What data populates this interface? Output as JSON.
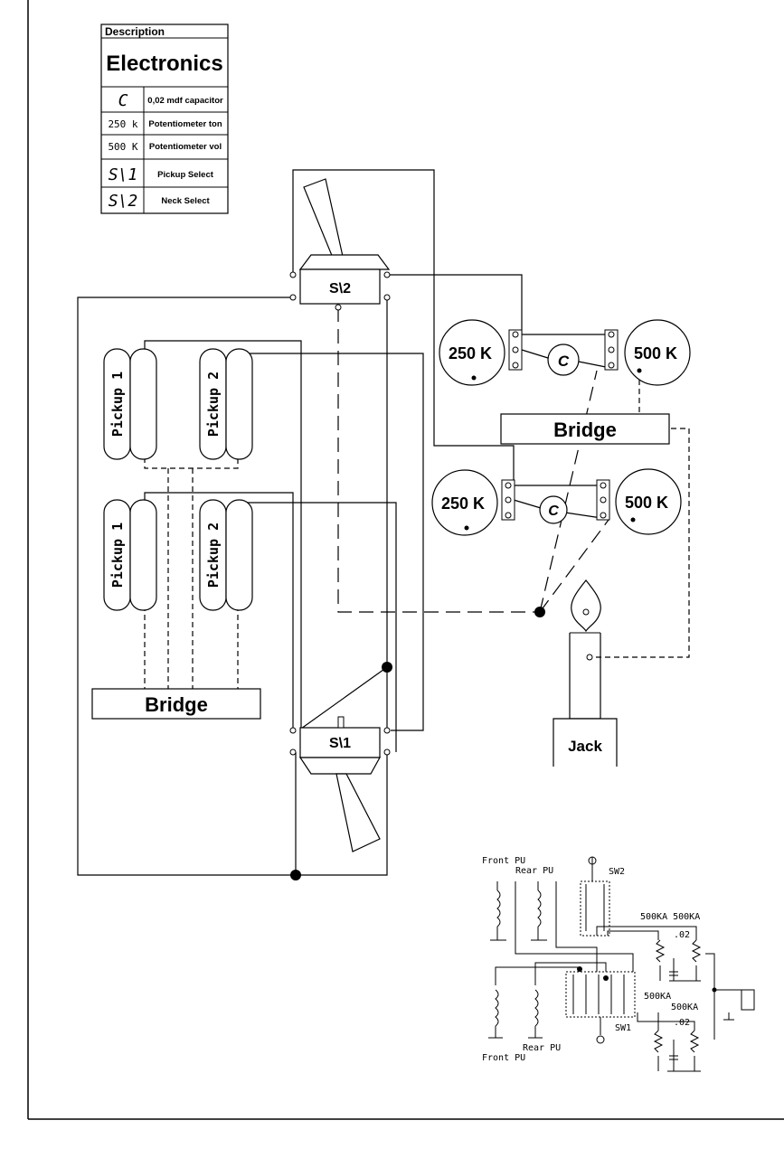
{
  "legend": {
    "header": "Description",
    "title": "Electronics",
    "rows": [
      {
        "symbol": "C",
        "text": "0,02 mdf capacitor"
      },
      {
        "symbol": "250 k",
        "text": "Potentiometer ton"
      },
      {
        "symbol": "500 K",
        "text": "Potentiometer vol"
      },
      {
        "symbol": "S\\1",
        "text": "Pickup Select"
      },
      {
        "symbol": "S\\2",
        "text": "Neck Select"
      }
    ]
  },
  "switches": {
    "s2": "S\\2",
    "s1": "S\\1"
  },
  "pickups": {
    "neck_p1": "Pickup 1",
    "neck_p2": "Pickup 2",
    "bridge_p1": "Pickup 1",
    "bridge_p2": "Pickup 2"
  },
  "bridges": {
    "left": "Bridge",
    "right": "Bridge"
  },
  "pots": {
    "tone_top": "250 K",
    "vol_top": "500 K",
    "tone_bottom": "250 K",
    "vol_bottom": "500 K"
  },
  "capacitors": {
    "top": "C",
    "bottom": "C"
  },
  "jack": "Jack",
  "schematic": {
    "front_pu_top": "Front PU",
    "rear_pu_top": "Rear PU",
    "sw2": "SW2",
    "pots_top": "500KA 500KA",
    "cap_top": ".02",
    "pot_mid_1": "500KA",
    "pot_mid_2": "500KA",
    "cap_bottom": ".02",
    "sw1": "SW1",
    "rear_pu_bottom": "Rear PU",
    "front_pu_bottom": "Front PU"
  }
}
